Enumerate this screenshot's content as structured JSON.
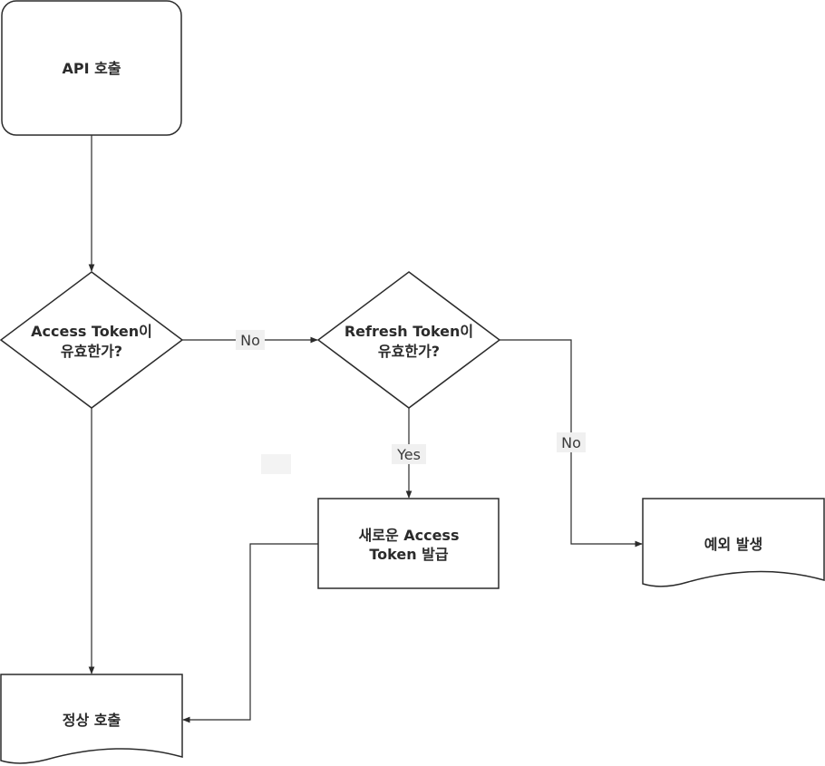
{
  "nodes": {
    "api_call": {
      "label": "API 호출"
    },
    "access_valid": {
      "line1": "Access Token이",
      "line2": "유효한가?"
    },
    "refresh_valid": {
      "line1": "Refresh Token이",
      "line2": "유효한가?"
    },
    "new_token": {
      "line1": "새로운 Access",
      "line2": "Token 발급"
    },
    "exception": {
      "label": "예외 발생"
    },
    "normal_call": {
      "label": "정상 호출"
    }
  },
  "edges": {
    "access_to_refresh": {
      "label": "No"
    },
    "refresh_to_new": {
      "label": "Yes"
    },
    "refresh_to_exception": {
      "label": "No"
    }
  },
  "colors": {
    "stroke": "#2b2b2b",
    "text": "#2b2b2b",
    "label_background": "#f0f0f0",
    "background": "#ffffff"
  }
}
